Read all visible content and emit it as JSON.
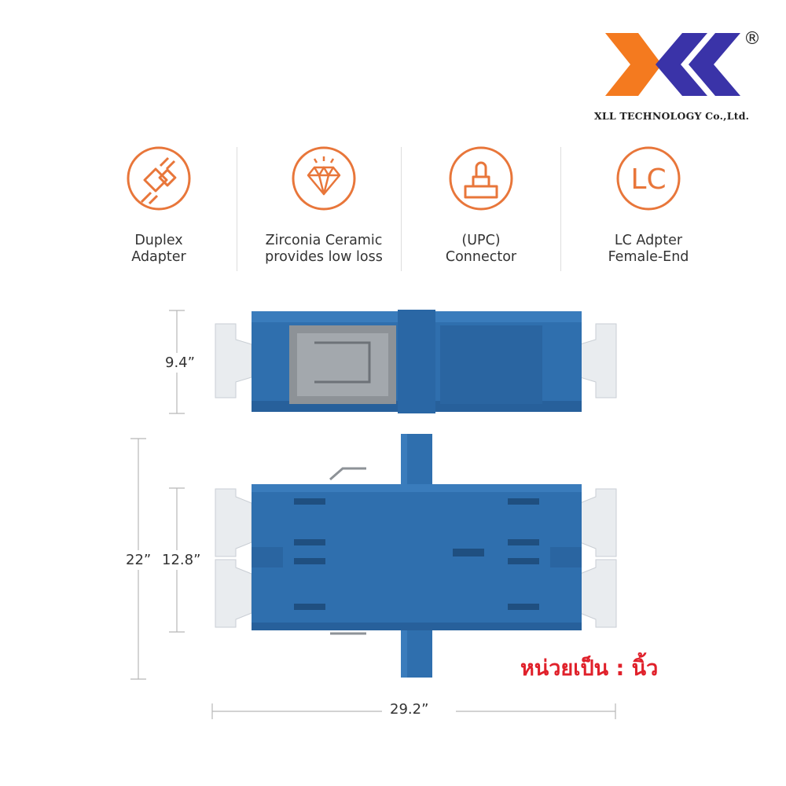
{
  "brand": {
    "company_name": "XLL TECHNOLOGY Co.,Ltd.",
    "registered_mark": "®",
    "orange": "#f47a1f",
    "blue": "#3a33a8"
  },
  "features": [
    {
      "icon": "duplex-adapter-icon",
      "line1": "Duplex",
      "line2": "Adapter"
    },
    {
      "icon": "diamond-icon",
      "line1": "Zirconia Ceramic",
      "line2": "provides low loss"
    },
    {
      "icon": "upc-connector-icon",
      "line1": "(UPC)",
      "line2": "Connector"
    },
    {
      "icon": "lc-badge-icon",
      "badge": "LC",
      "line1": "LC Adpter",
      "line2": "Female-End"
    }
  ],
  "dimensions": {
    "side_height": "9.4”",
    "total_height": "22”",
    "body_height": "12.8”",
    "width": "29.2”"
  },
  "unit_note": "หน่วยเป็น : นิ้ว",
  "colors": {
    "icon_orange": "#e8763a",
    "adapter_blue": "#2f6fae",
    "ferrule_white": "#e9ecef",
    "unit_red": "#e0202a"
  }
}
